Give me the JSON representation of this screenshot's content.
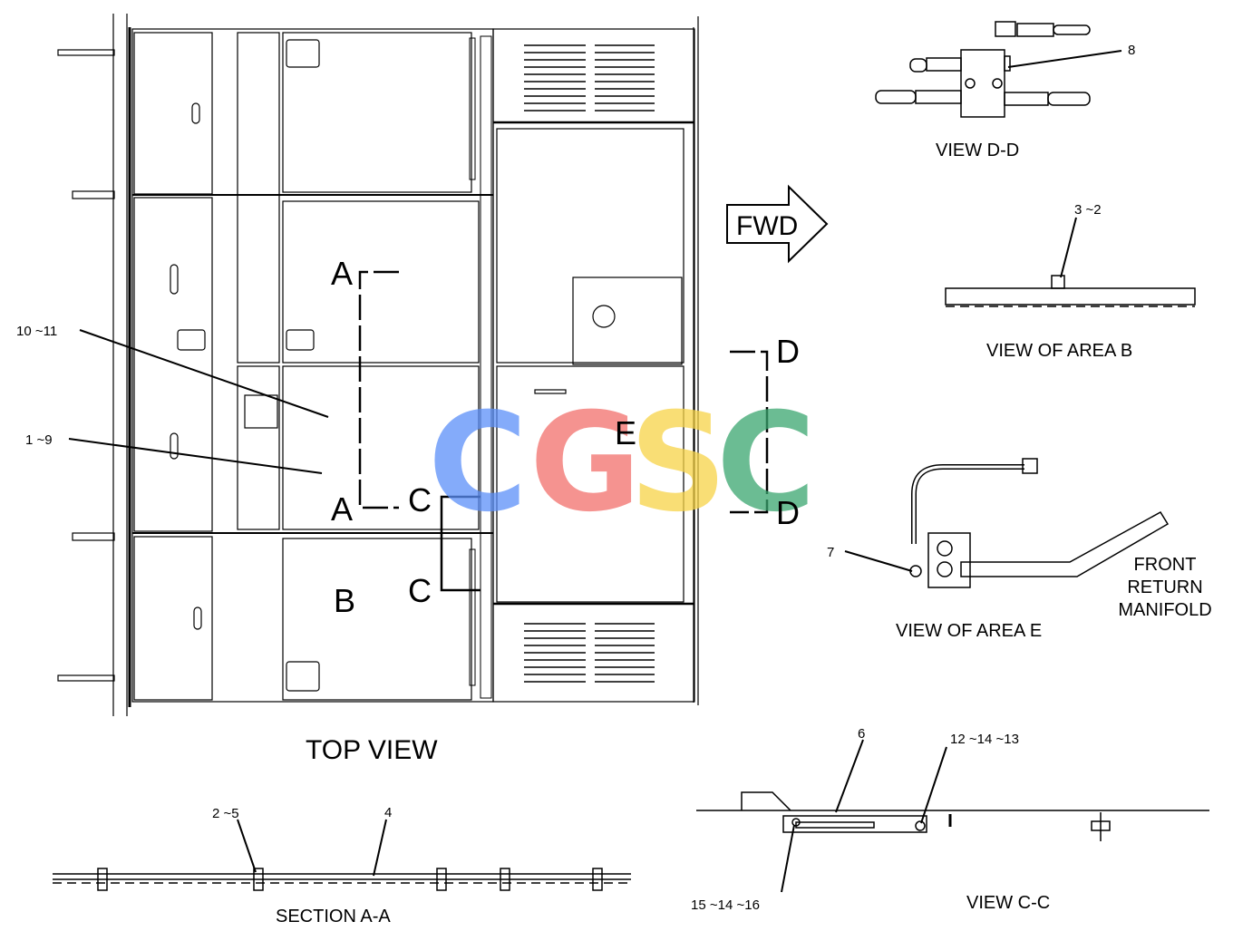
{
  "callouts": {
    "c8": "8",
    "c3_2": "3 ~2",
    "c10_11": "10 ~11",
    "c1_9": "1 ~9",
    "c7": "7",
    "c2_5": "2 ~5",
    "c4": "4",
    "c6": "6",
    "c12_14_13": "12 ~14 ~13",
    "c15_14_16": "15 ~14 ~16"
  },
  "section_letters": {
    "a_top": "A",
    "a_bottom": "A",
    "c_top": "C",
    "c_bottom": "C",
    "d_top": "D",
    "d_bottom": "D",
    "b": "B",
    "e": "E"
  },
  "labels": {
    "fwd": "FWD",
    "top_view": "TOP VIEW",
    "view_dd": "VIEW D-D",
    "view_area_b": "VIEW OF AREA  B",
    "view_area_e": "VIEW OF AREA  E",
    "front_return_manifold": [
      "FRONT",
      "RETURN",
      "MANIFOLD"
    ],
    "section_aa": "SECTION  A-A",
    "view_cc": "VIEW C-C"
  },
  "watermark": {
    "letters": [
      "C",
      "G",
      "S",
      "C"
    ],
    "colors": [
      "#5b8ff9",
      "#f2706b",
      "#f7d347",
      "#3aa66f"
    ]
  }
}
